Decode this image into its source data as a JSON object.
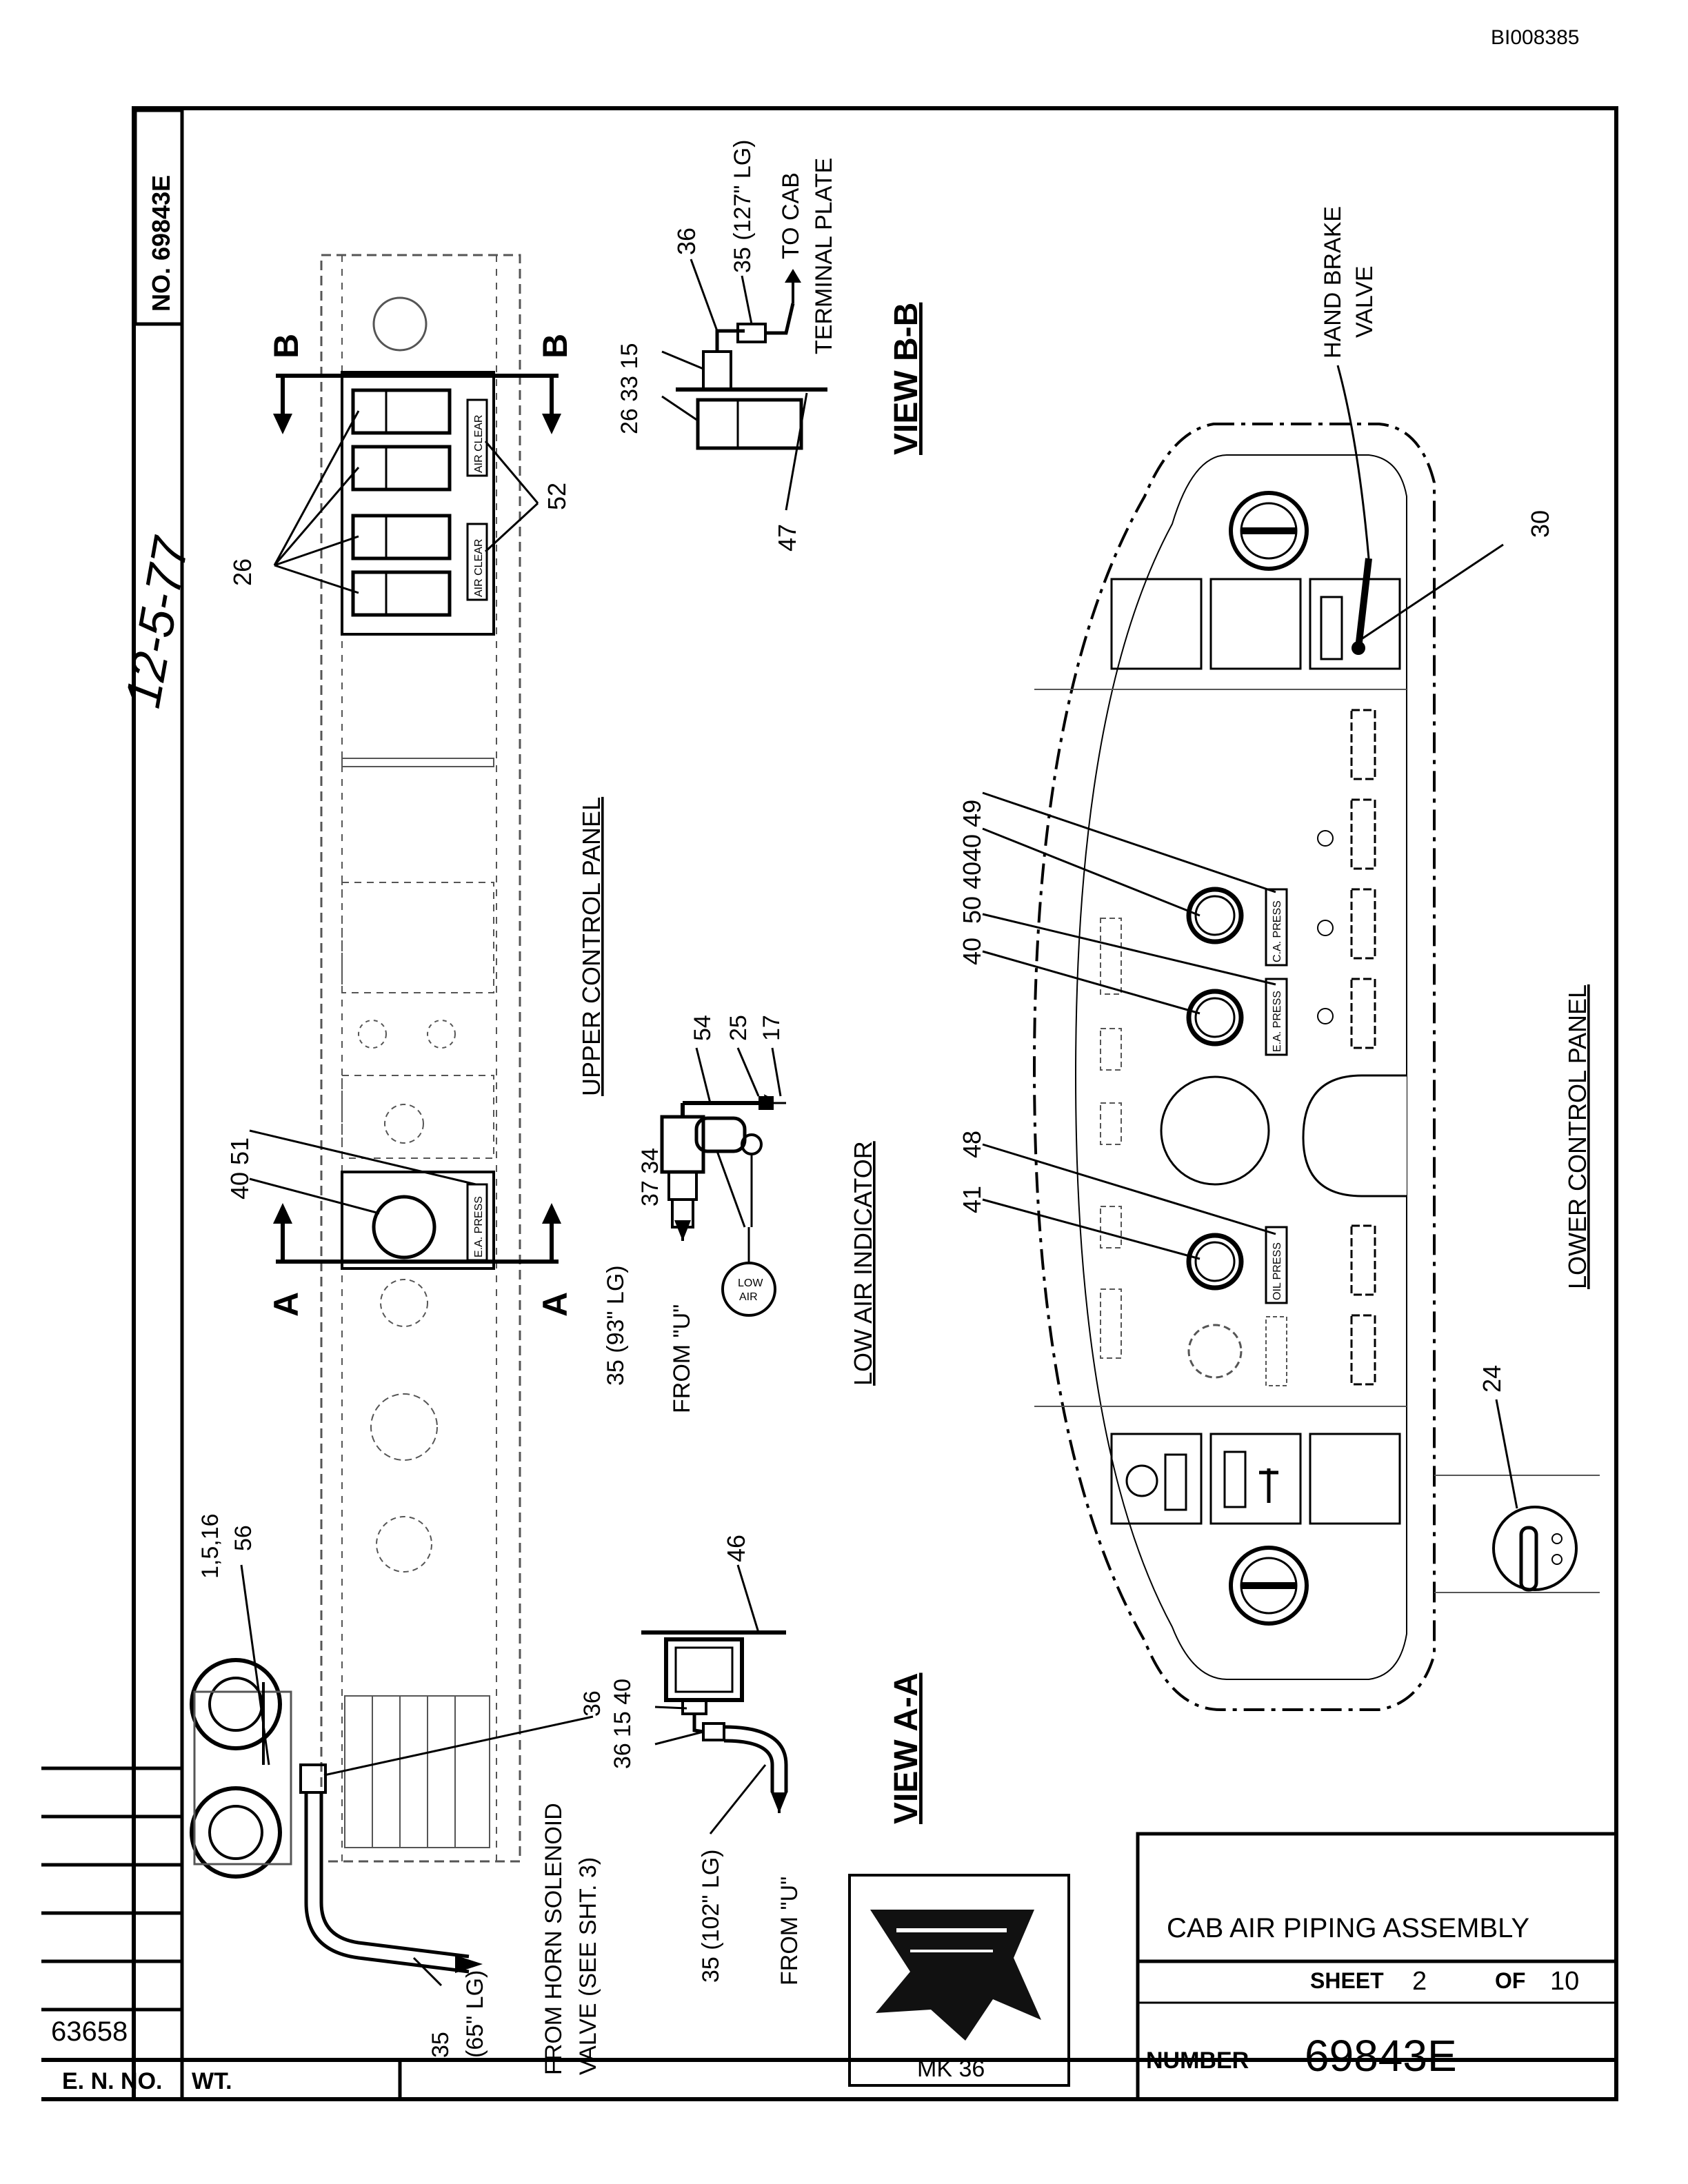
{
  "doc_id": "BI008385",
  "drawing_no_side": "NO. 69843E",
  "handwritten_date": "12-5-77",
  "title_block": {
    "title": "CAB AIR PIPING ASSEMBLY",
    "sheet_label": "SHEET",
    "sheet_number": "2",
    "of_label": "OF",
    "sheet_total": "10",
    "number_label": "NUMBER",
    "number": "69843E",
    "logo_caption": "MK 36"
  },
  "revision_block": {
    "en_value": "63658",
    "en_label": "E. N. NO.",
    "wt_label": "WT."
  },
  "view_titles": {
    "upper_panel": "UPPER CONTROL PANEL",
    "lower_panel": "LOWER CONTROL PANEL",
    "view_bb": "VIEW B-B",
    "view_aa": "VIEW A-A",
    "low_air": "LOW AIR INDICATOR"
  },
  "section_marks": {
    "a": "A",
    "b": "B"
  },
  "notes": {
    "to_cab_1": "TO CAB",
    "to_cab_2": "TERMINAL PLATE",
    "hand_brake_1": "HAND BRAKE",
    "hand_brake_2": "VALVE",
    "from_horn_1": "FROM HORN SOLENOID",
    "from_horn_2": "VALVE (SEE SHT. 3)",
    "from_u": "FROM \"U\"",
    "low_air_gauge_1": "LOW",
    "low_air_gauge_2": "AIR"
  },
  "panel_labels": {
    "air_clear": "AIR CLEAR",
    "ea_press": "E.A. PRESS",
    "ca_press": "C.A. PRESS",
    "oil_press": "OIL PRESS"
  },
  "callouts": {
    "c26_upper": "26",
    "c52": "52",
    "c40_51": "40 51",
    "c36_bb": "36",
    "c35_127": "35 (127\" LG)",
    "c26_33_15": "26 33 15",
    "c47": "47",
    "c54": "54",
    "c25": "25",
    "c17": "17",
    "c37_34": "37 34",
    "c35_93": "35 (93\" LG)",
    "c46": "46",
    "c15_40": "15 40",
    "c36_aa": "36",
    "c36_side": "36",
    "c35_102": "35 (102\" LG)",
    "c1_5_16": "1,5,16",
    "c56": "56",
    "c35_65a": "35",
    "c35_65b": "(65\" LG)",
    "c40_49": "40 49",
    "c50_40": "50 40",
    "c40_lower": "40",
    "c41": "41",
    "c48": "48",
    "c30": "30",
    "c24": "24"
  }
}
